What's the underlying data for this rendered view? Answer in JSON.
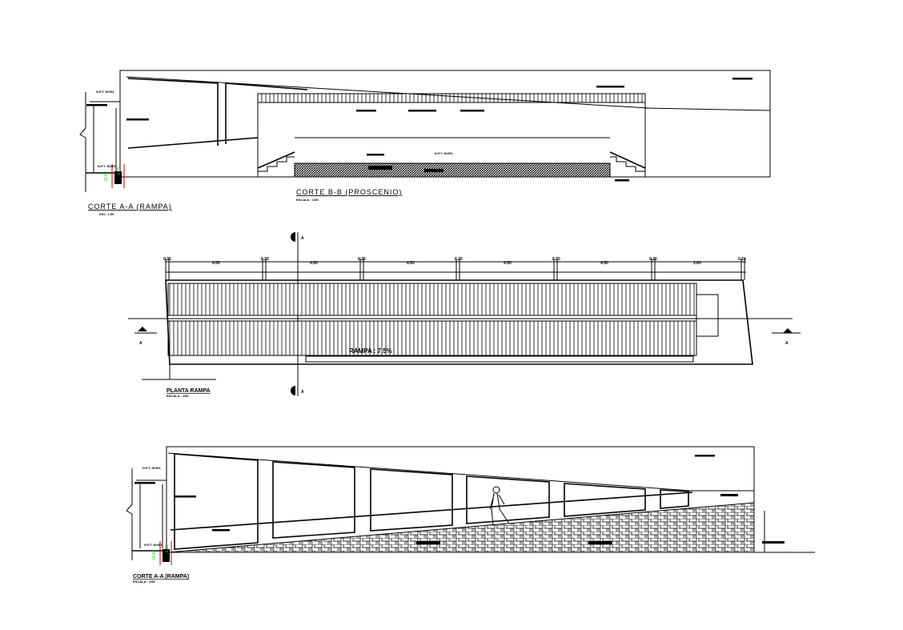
{
  "drawing": {
    "section_aa_top": {
      "title": "CORTE A-A (RAMPA)",
      "scale": "ESC. 1:50"
    },
    "section_bb": {
      "title": "CORTE B-B (PROSCENIO)",
      "scale": "ESCALA : 1/50"
    },
    "plan": {
      "title": "PLANTA RAMPA",
      "scale": "ESCALA : 1/50",
      "slope_label": "RAMPA : 7.5%",
      "section_marker": "A",
      "dimensions": [
        "0.25",
        "4.50",
        "0.25",
        "4.50",
        "0.25",
        "4.50",
        "0.25",
        "4.50",
        "0.25",
        "4.50",
        "0.25",
        "3.60",
        "0.24"
      ]
    },
    "section_aa_bottom": {
      "title": "CORTE A-A (RAMPA)",
      "scale": "ESCALA : 1/50"
    },
    "level_label": "N.P.T. NIVEL",
    "colors": {
      "lines": "#000000",
      "level_marks": "#00c000",
      "axis_marks": "#d00000"
    }
  }
}
